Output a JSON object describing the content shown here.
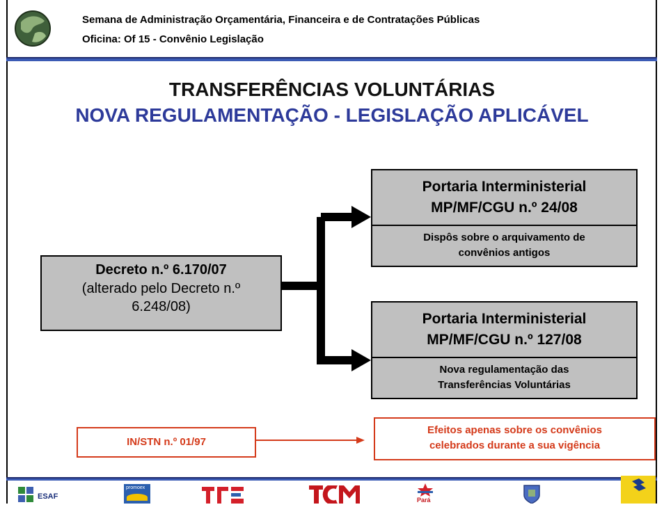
{
  "header": {
    "line1": "Semana de Administração Orçamentária, Financeira e de Contratações Públicas",
    "line2": "Oficina: Of 15 - Convênio Legislação"
  },
  "title": {
    "line1": "TRANSFERÊNCIAS VOLUNTÁRIAS",
    "line2": "NOVA REGULAMENTAÇÃO - LEGISLAÇÃO APLICÁVEL"
  },
  "decreto": {
    "title": "Decreto n.º 6.170/07",
    "note": "(alterado pelo Decreto n.º 6.248/08)"
  },
  "portarias": [
    {
      "line1": "Portaria Interministerial",
      "line2": "MP/MF/CGU n.º 24/08",
      "desc_line1": "Dispôs sobre o arquivamento de",
      "desc_line2": "convênios antigos"
    },
    {
      "line1": "Portaria Interministerial",
      "line2": "MP/MF/CGU n.º 127/08",
      "desc_line1": "Nova regulamentação das",
      "desc_line2": "Transferências Voluntárias"
    }
  ],
  "instrucao": {
    "label": "IN/STN n.º 01/97"
  },
  "efeitos": {
    "line1": "Efeitos apenas sobre os convênios",
    "line2": "celebrados durante a sua vigência"
  },
  "footer_logos": {
    "esaf": "ESAF",
    "promoex": "promoex",
    "para": "Pará"
  },
  "colors": {
    "title_accent": "#2d3a9a",
    "box_fill": "#c0c0c0",
    "red_accent": "#d43a1a",
    "rule_blue": "#3b5bb5"
  }
}
